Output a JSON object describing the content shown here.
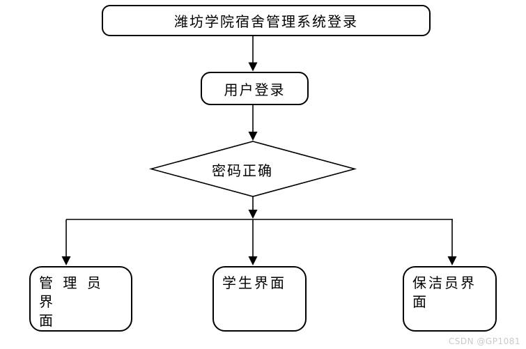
{
  "flowchart": {
    "nodes": {
      "start": {
        "type": "rounded-rect",
        "label": "潍坊学院宿舍管理系统登录"
      },
      "login": {
        "type": "rounded-rect",
        "label": "用户登录"
      },
      "decision": {
        "type": "diamond",
        "label": "密码正确"
      },
      "admin": {
        "type": "rounded-rect",
        "label": "管理员界面",
        "line1": "管 理 员 界",
        "line2": "面"
      },
      "student": {
        "type": "rounded-rect",
        "label": "学生界面"
      },
      "cleaner": {
        "type": "rounded-rect",
        "label": "保洁员界面",
        "line1": "保洁员界",
        "line2": "面"
      }
    },
    "edges": [
      {
        "from": "start",
        "to": "login",
        "arrow": true
      },
      {
        "from": "login",
        "to": "decision",
        "arrow": true
      },
      {
        "from": "decision",
        "to": "branch",
        "arrow": true
      },
      {
        "from": "branch",
        "to": "admin",
        "arrow": true
      },
      {
        "from": "branch",
        "to": "student",
        "arrow": true
      },
      {
        "from": "branch",
        "to": "cleaner",
        "arrow": true
      }
    ]
  },
  "watermark": "CSDN @GP1081",
  "colors": {
    "line": "#000000",
    "node_fill": "#ffffff",
    "background": "#ffffff",
    "watermark": "#c9c9c9"
  }
}
